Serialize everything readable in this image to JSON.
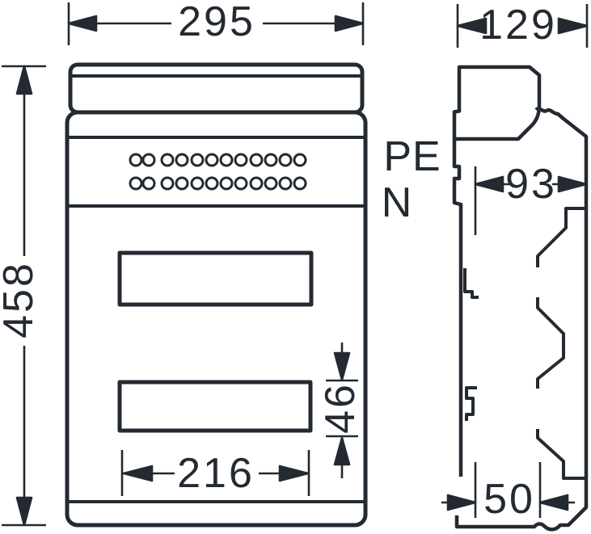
{
  "title": "enclosure-dimension-drawing",
  "dimensions": {
    "overall_width": "295",
    "overall_height": "458",
    "overall_depth": "129",
    "terminal_zone_depth": "93",
    "cutout_height": "46",
    "cutout_width": "216",
    "base_depth": "50"
  },
  "labels": {
    "pe": "PE",
    "n": "N"
  },
  "colors": {
    "line": "#232a31",
    "background": "#ffffff"
  }
}
